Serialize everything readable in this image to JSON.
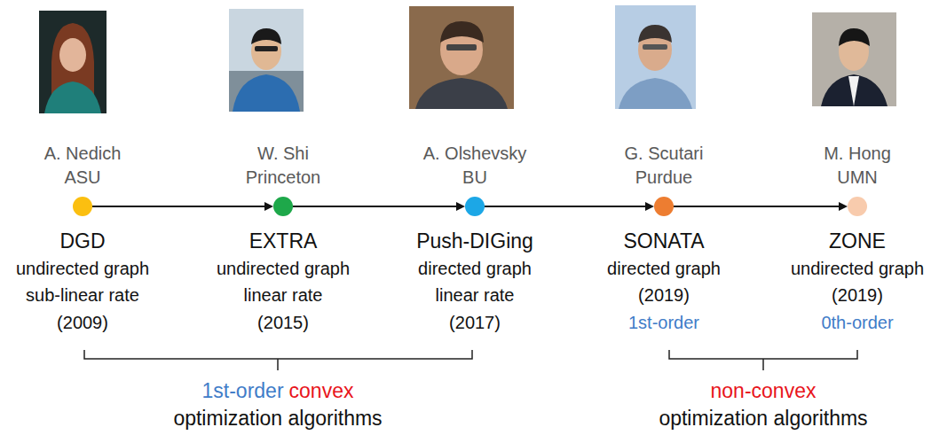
{
  "diagram": {
    "nodes": [
      {
        "text": [
          "A. Nedich",
          "ASU",
          "DGD",
          "undirected graph",
          "sub-linear rate",
          "(2009)"
        ]
      },
      {
        "text": [
          "W. Shi",
          "Princeton",
          "EXTRA",
          "undirected graph",
          "linear rate",
          "(2015)"
        ]
      },
      {
        "text": [
          "A. Olshevsky",
          "BU",
          "Push-DIGing",
          "directed graph",
          "linear rate",
          "(2017)"
        ]
      },
      {
        "text": [
          "G. Scutari",
          "Purdue",
          "SONATA",
          "directed graph",
          "(2019)",
          "1st-order"
        ]
      },
      {
        "text": [
          "M. Hong",
          "UMN",
          "ZONE",
          "undirected graph",
          "(2019)",
          "0th-order"
        ]
      }
    ],
    "edges": [
      {
        "from": 0,
        "to": 1,
        "arrow": "to"
      },
      {
        "from": 1,
        "to": 2,
        "arrow": "to"
      },
      {
        "from": 2,
        "to": 3,
        "arrow": "to"
      },
      {
        "from": 3,
        "to": 4,
        "arrow": "to"
      }
    ],
    "labels": [
      "1st-order",
      "convex",
      "optimization algorithms",
      "non-convex",
      "optimization algorithms"
    ]
  }
}
